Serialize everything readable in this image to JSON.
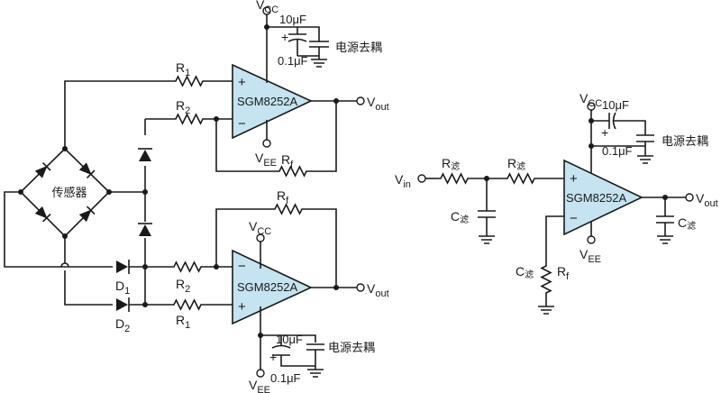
{
  "opamp": {
    "part": "SGM8252A",
    "plus": "+",
    "minus": "−"
  },
  "labels": {
    "sensor": "传感器",
    "decoupling": "电源去耦",
    "r1": "R",
    "r1_sub": "1",
    "r2": "R",
    "r2_sub": "2",
    "rf": "R",
    "rf_sub": "f",
    "d1": "D",
    "d1_sub": "1",
    "d2": "D",
    "d2_sub": "2",
    "vcc": "V",
    "vcc_sub": "CC",
    "vee": "V",
    "vee_sub": "EE",
    "vout": "V",
    "vout_sub": "out",
    "vin": "V",
    "vin_sub": "in",
    "cap_10uf": "10μF",
    "cap_01uf": "0.1μF",
    "rfilter": "R",
    "rfilter_sub": "滤",
    "cfilter": "C",
    "cfilter_sub": "滤",
    "plus": "+"
  }
}
